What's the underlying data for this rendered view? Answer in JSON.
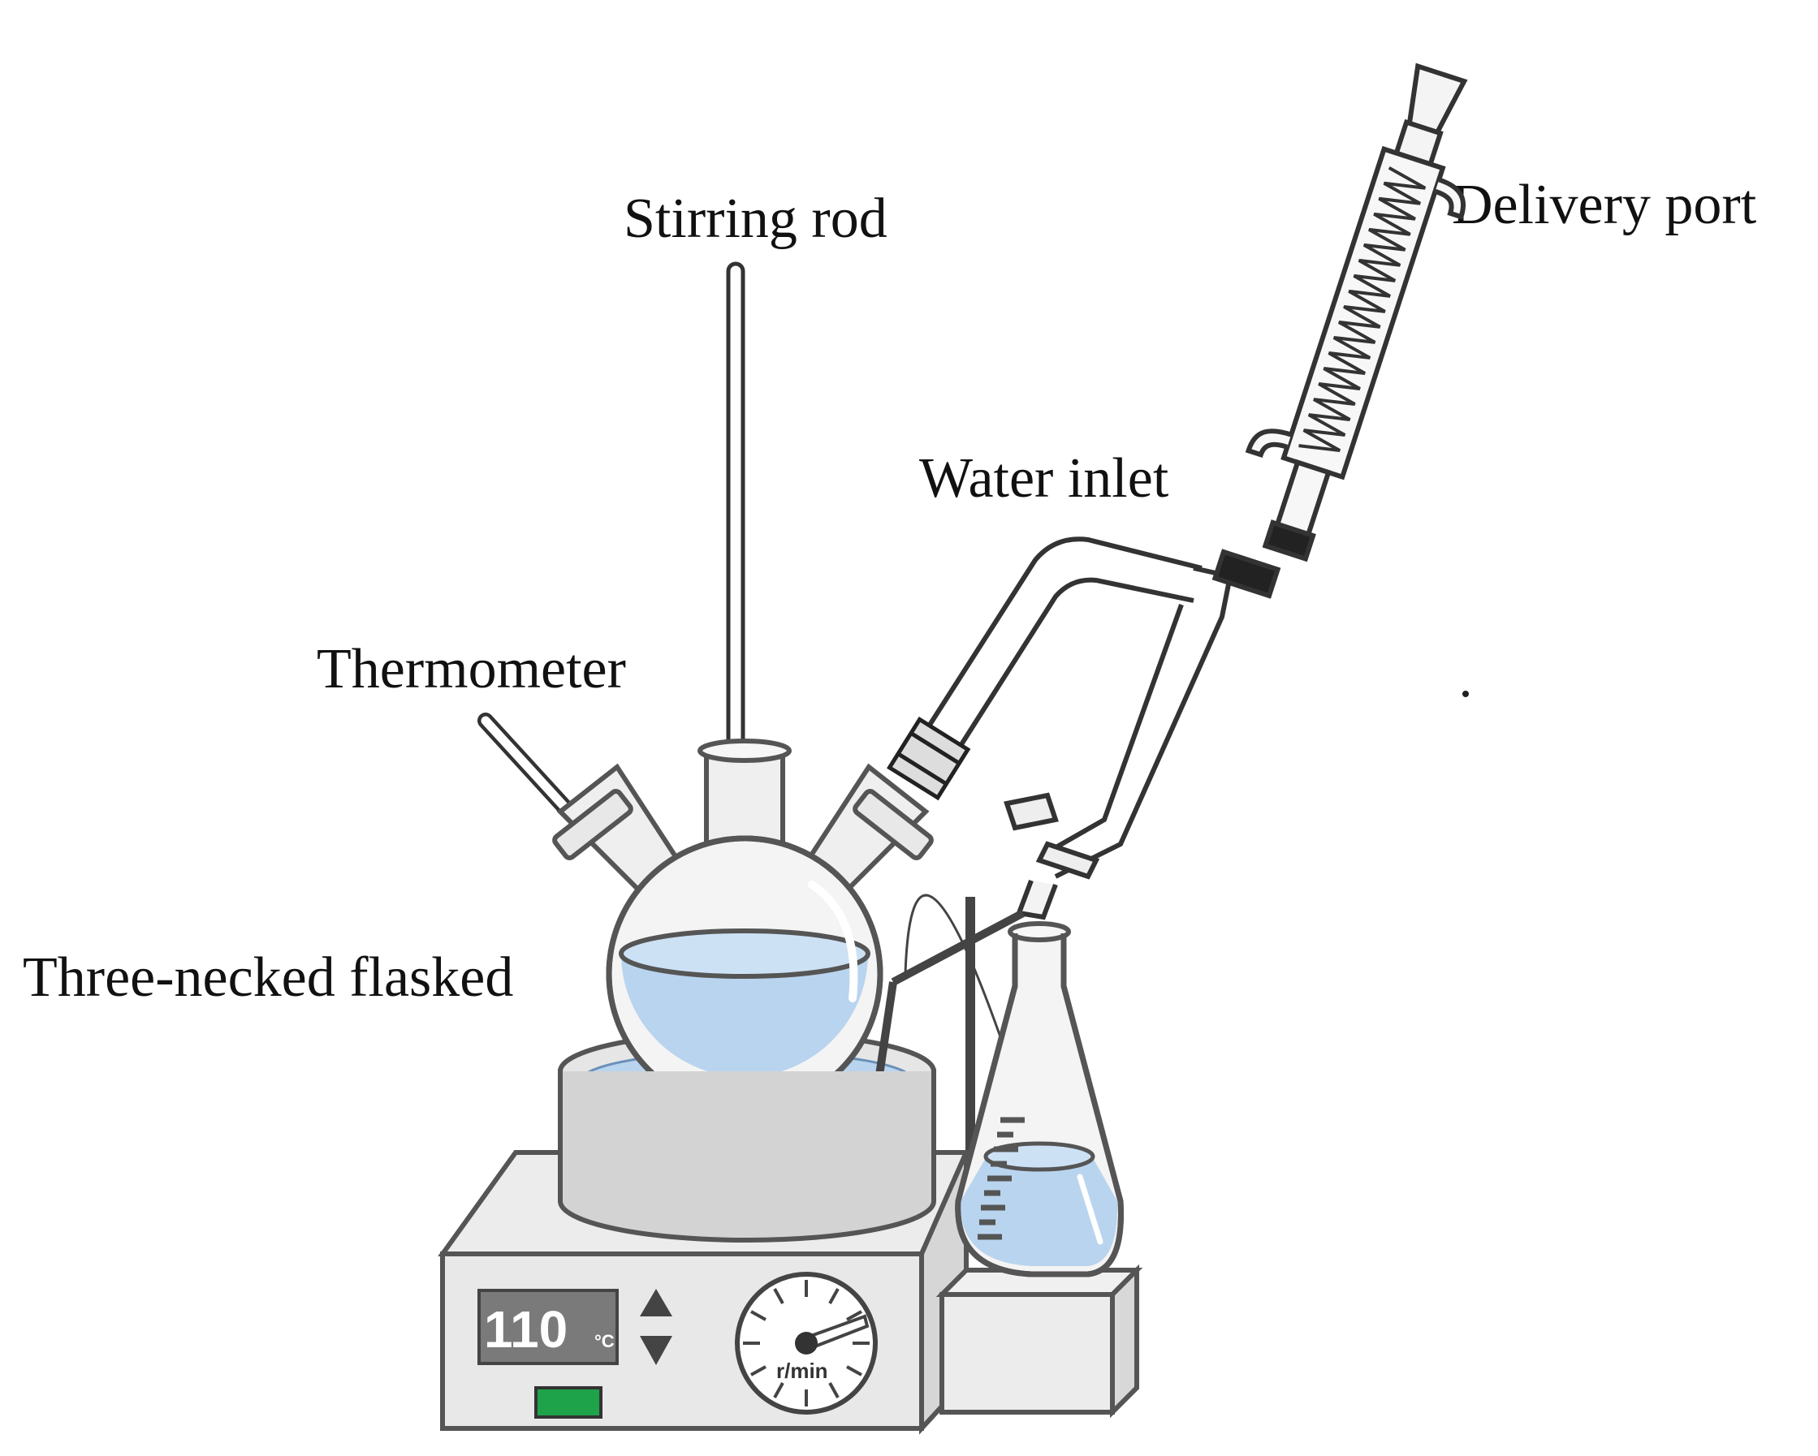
{
  "labels": {
    "stirring_rod": "Stirring rod",
    "delivery_port": "Delivery port",
    "water_inlet": "Water inlet",
    "thermometer": "Thermometer",
    "three_necked_flask": "Three-necked flasked"
  },
  "hotplate": {
    "temperature_value": "110",
    "temperature_unit": "°C",
    "speed_unit": "r/min"
  },
  "colors": {
    "liquid": "#b9d4ee",
    "glass_outline": "#444444",
    "hotplate_body": "#e8e8e8",
    "display_bg": "#7a7a7a",
    "indicator_led": "#1fa34a"
  }
}
